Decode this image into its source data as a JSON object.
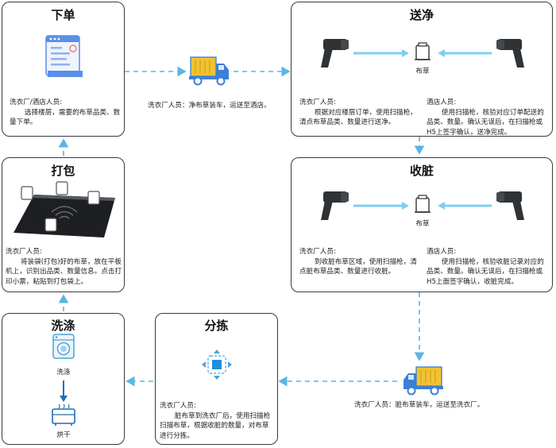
{
  "order": {
    "title": "下单",
    "role": "洗衣厂/酒店人员:",
    "desc": "选择楼层，需要的布草品类、数量下单。"
  },
  "deliver_clean": {
    "title": "送净",
    "item_label": "布草",
    "left_role": "洗衣厂人员:",
    "left_desc": "根据对应楼层订单，使用扫描枪，清点布草品类、数量进行送净。",
    "right_role": "酒店人员:",
    "right_desc": "使用扫描枪，核验对应订单配送的品类、数量。确认无误后，在扫描枪或H5上签字确认，送净完成。"
  },
  "collect_dirty": {
    "title": "收脏",
    "item_label": "布草",
    "left_role": "洗衣厂人员:",
    "left_desc": "到收脏布草区域，使用扫描枪，清点脏布草品类、数量进行收脏。",
    "right_role": "酒店人员:",
    "right_desc": "使用扫描枪，核验收脏记录对应的品类、数量。确认无误后，在扫描枪或H5上面签字确认，收脏完成。"
  },
  "pack": {
    "title": "打包",
    "role": "洗衣厂人员:",
    "desc": "将装袋(打包)好的布草，放在平板机上，识别出品类、数量信息。点击打印小票，粘贴到打包袋上。"
  },
  "wash": {
    "title": "洗涤",
    "wash_label": "洗涤",
    "dry_label": "烘干"
  },
  "sort": {
    "title": "分拣",
    "role": "洗衣厂人员:",
    "desc": "脏布草到洗衣厂后，使用扫描枪扫描布草，根据收脏的数量，对布草进行分拣。"
  },
  "truck_top_text": "洗衣厂人员：净布草装车，运送至酒店。",
  "truck_bottom_text": "洗衣厂人员：脏布草装车，运送至洗衣厂。",
  "colors": {
    "connector": "#5bb6e3",
    "truck_body": "#3b7fd6",
    "truck_cargo": "#f1c232",
    "document": "#5a8ee8"
  }
}
